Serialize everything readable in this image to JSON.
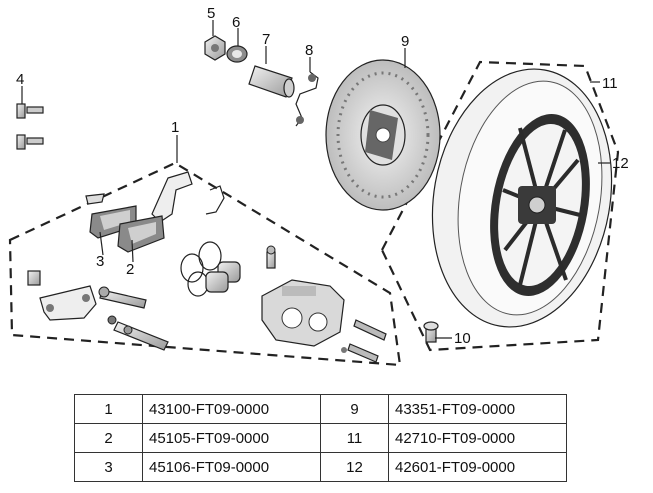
{
  "callouts": {
    "c1": "1",
    "c2": "2",
    "c3": "3",
    "c4": "4",
    "c5": "5",
    "c6": "6",
    "c7": "7",
    "c8": "8",
    "c9": "9",
    "c10": "10",
    "c11": "11",
    "c12": "12"
  },
  "table": {
    "rows": [
      {
        "left_no": "1",
        "left_part": "43100-FT09-0000",
        "right_no": "9",
        "right_part": "43351-FT09-0000"
      },
      {
        "left_no": "2",
        "left_part": "45105-FT09-0000",
        "right_no": "11",
        "right_part": "42710-FT09-0000"
      },
      {
        "left_no": "3",
        "left_part": "45106-FT09-0000",
        "right_no": "12",
        "right_part": "42601-FT09-0000"
      }
    ]
  }
}
